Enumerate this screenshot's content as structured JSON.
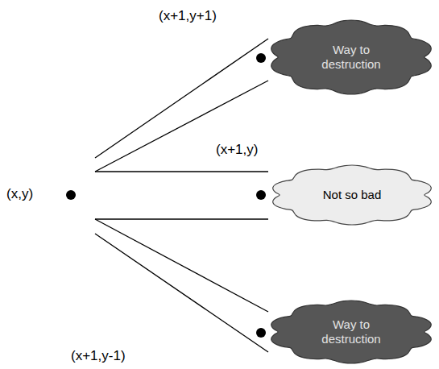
{
  "diagram": {
    "nodes": [
      {
        "text": [
          "Way to destruction"
        ]
      },
      {
        "text": [
          "Not so bad"
        ]
      },
      {
        "text": [
          "Way to destruction"
        ]
      }
    ],
    "labels": [
      "(x,y)",
      "(x+1,y+1)",
      "(x+1,y)",
      "(x+1,y-1)"
    ]
  }
}
